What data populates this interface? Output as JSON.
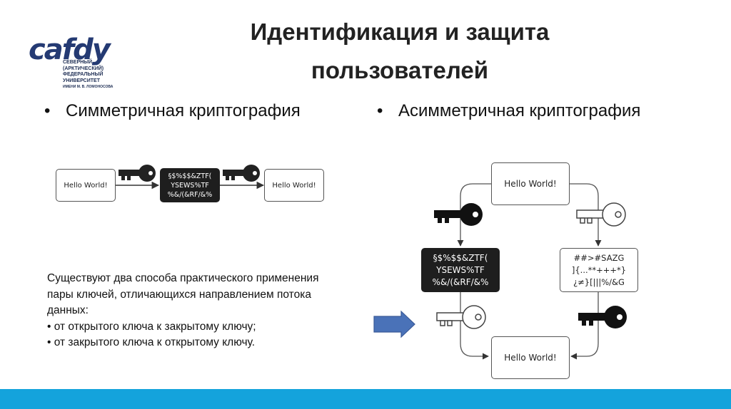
{
  "logo": {
    "word": "cafdy",
    "lines": [
      "СЕВЕРНЫЙ",
      "(АРКТИЧЕСКИЙ)",
      "ФЕДЕРАЛЬНЫЙ",
      "УНИВЕРСИТЕТ",
      "имени М. В. Ломоносова"
    ]
  },
  "title": {
    "line1": "Идентификация и защита",
    "line2": "пользователей"
  },
  "bullets": {
    "left": "Симметричная криптография",
    "right": "Асимметричная криптография"
  },
  "symmetric": {
    "plain_left": "Hello World!",
    "cipher": [
      "§$%$$&ZTF(",
      "YSEWS%TF",
      "%&/(&RF/&%"
    ],
    "plain_right": "Hello World!"
  },
  "asymmetric": {
    "top": "Hello World!",
    "left_cipher": [
      "§$%$$&ZTF(",
      "YSEWS%TF",
      "%&/(&RF/&%"
    ],
    "right_cipher": [
      "##>#SAZG",
      "]{...**+++*}",
      "¿≠}[|||%/&G"
    ],
    "bottom": "Hello World!"
  },
  "body": {
    "lines": [
      "Существуют два способа практического применения",
      "пары ключей, отличающихся направлением потока",
      "данных:",
      "• от открытого ключа к закрытому ключу;",
      "• от закрытого ключа к открытому ключу."
    ]
  },
  "colors": {
    "footer": "#14a3dc",
    "arrow": "#4a72b8",
    "logo": "#243a73"
  }
}
